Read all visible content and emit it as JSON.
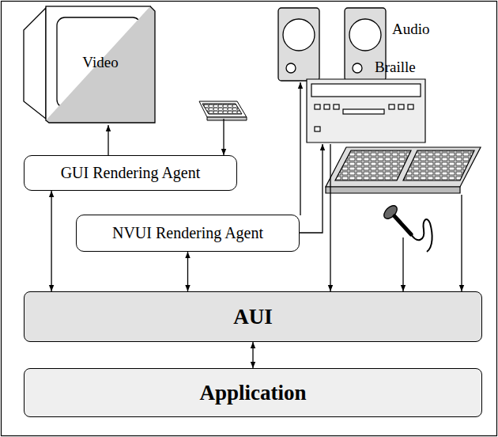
{
  "diagram": {
    "nodes": [
      {
        "text": [
          "GUI Rendering Agent"
        ]
      },
      {
        "text": [
          "NVUI Rendering Agent"
        ]
      },
      {
        "text": [
          "AUI"
        ]
      },
      {
        "text": [
          "Application"
        ]
      }
    ],
    "edges": [
      {
        "from": 0,
        "to": 2,
        "arrow": "both"
      },
      {
        "from": 1,
        "to": 2,
        "arrow": "both"
      },
      {
        "from": 2,
        "to": 3,
        "arrow": "both"
      }
    ],
    "labels": [
      "Video",
      "Audio",
      "Braille"
    ]
  }
}
